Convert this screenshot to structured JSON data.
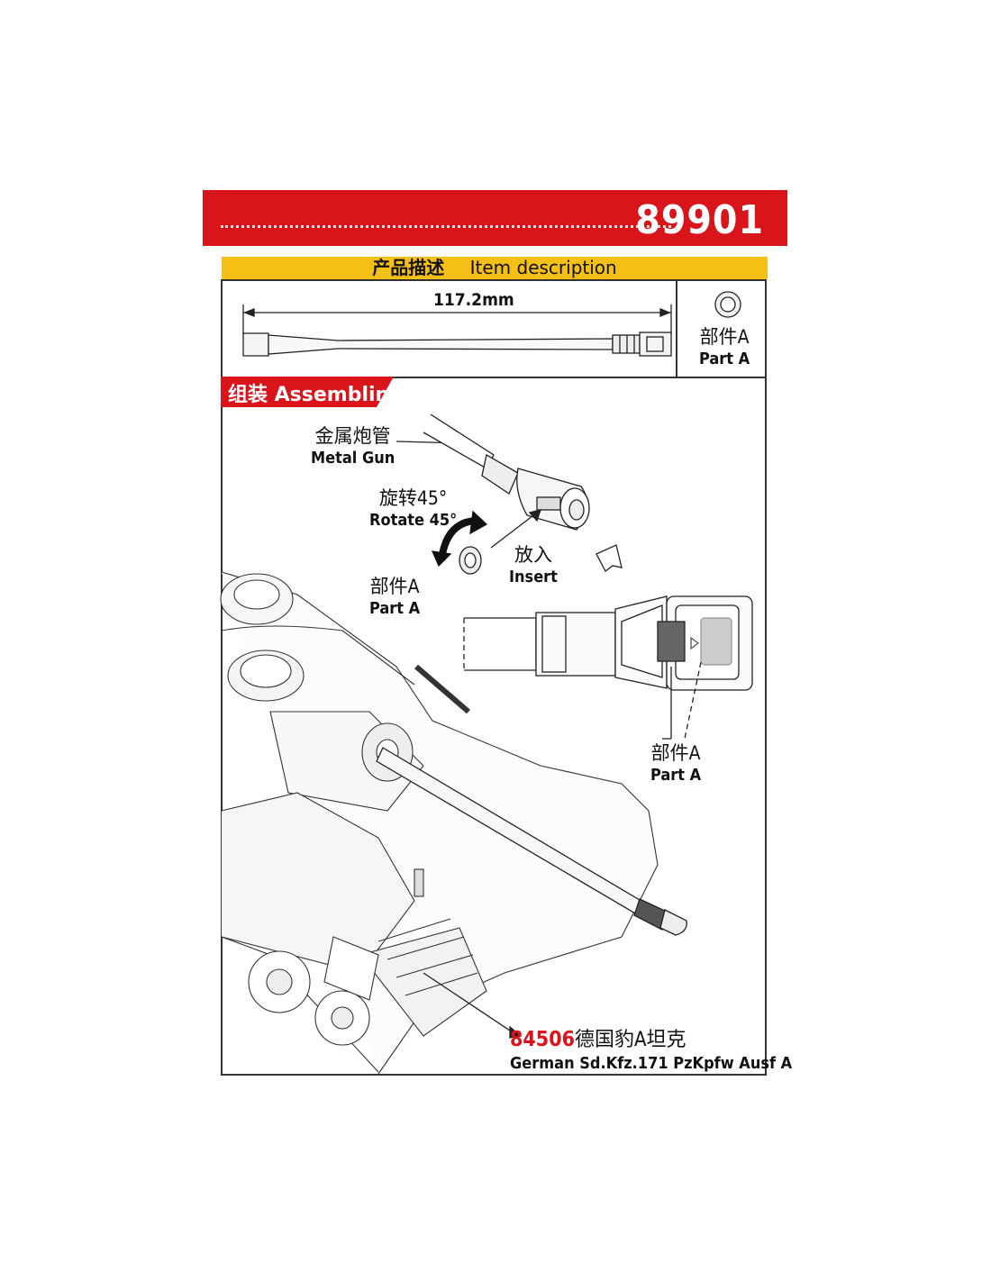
{
  "header": {
    "product_code": "89901"
  },
  "item_description": {
    "cn": "产品描述",
    "en": "Item description"
  },
  "barrel": {
    "length_label": "117.2mm"
  },
  "part_box": {
    "cn": "部件A",
    "en": "Part A"
  },
  "assembling": {
    "label": "组装 Assembling"
  },
  "callouts": {
    "metal_gun": {
      "cn": "金属炮管",
      "en": "Metal Gun"
    },
    "rotate": {
      "cn": "旋转45°",
      "en": "Rotate 45°"
    },
    "insert": {
      "cn": "放入",
      "en": "Insert"
    },
    "part_a_left": {
      "cn": "部件A",
      "en": "Part A"
    },
    "part_a_right": {
      "cn": "部件A",
      "en": "Part A"
    }
  },
  "reference": {
    "number": "84506",
    "cn": "德国豹A坦克",
    "en": "German Sd.Kfz.171 PzKpfw Ausf A"
  },
  "colors": {
    "banner_red": "#d9141b",
    "bar_yellow": "#f5c016"
  }
}
